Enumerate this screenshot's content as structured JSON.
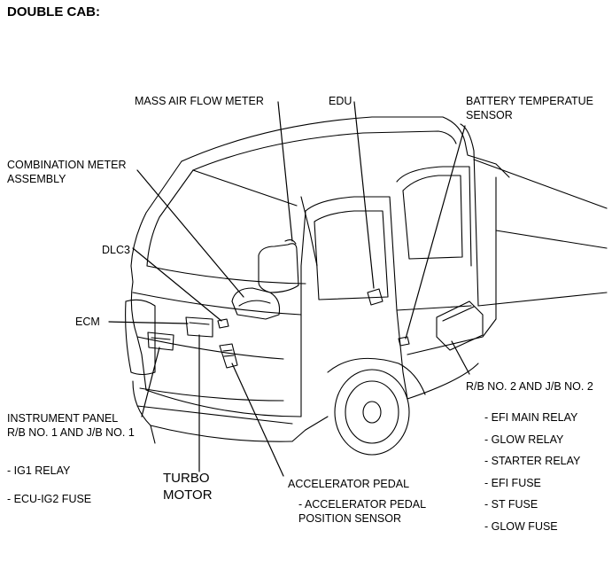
{
  "title": "DOUBLE CAB:",
  "labels": {
    "mass_air_flow_meter": "MASS AIR FLOW METER",
    "edu": "EDU",
    "battery_temp_sensor_1": "BATTERY TEMPERATUE",
    "battery_temp_sensor_2": "SENSOR",
    "combination_meter_1": "COMBINATION METER",
    "combination_meter_2": "ASSEMBLY",
    "dlc3": "DLC3",
    "ecm": "ECM",
    "rb2_jb2": "R/B NO. 2 AND J/B NO. 2",
    "instrument_panel_1": "INSTRUMENT PANEL",
    "instrument_panel_2": "R/B NO. 1 AND J/B NO. 1",
    "turbo_1": "TURBO",
    "turbo_2": "MOTOR",
    "accelerator_pedal": "ACCELERATOR PEDAL",
    "accel_sensor_1": "- ACCELERATOR PEDAL",
    "accel_sensor_2": "POSITION SENSOR"
  },
  "rb1_items": [
    "- IG1 RELAY",
    "- ECU-IG2 FUSE"
  ],
  "rb2_items": [
    "- EFI MAIN RELAY",
    "- GLOW RELAY",
    "- STARTER RELAY",
    "- EFI FUSE",
    "- ST FUSE",
    "- GLOW FUSE"
  ]
}
